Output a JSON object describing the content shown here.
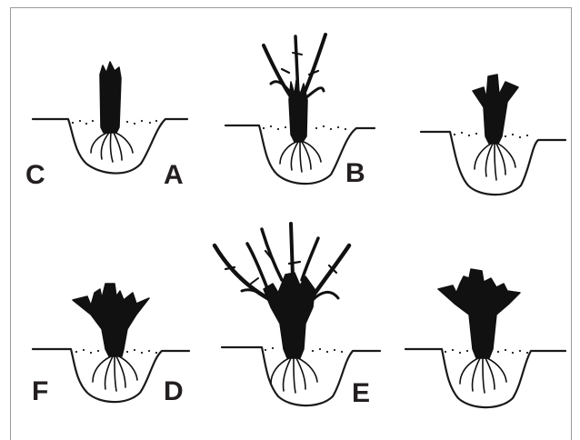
{
  "labels": {
    "c": "C",
    "a": "A",
    "b": "B",
    "f": "F",
    "d": "D",
    "e": "E"
  }
}
